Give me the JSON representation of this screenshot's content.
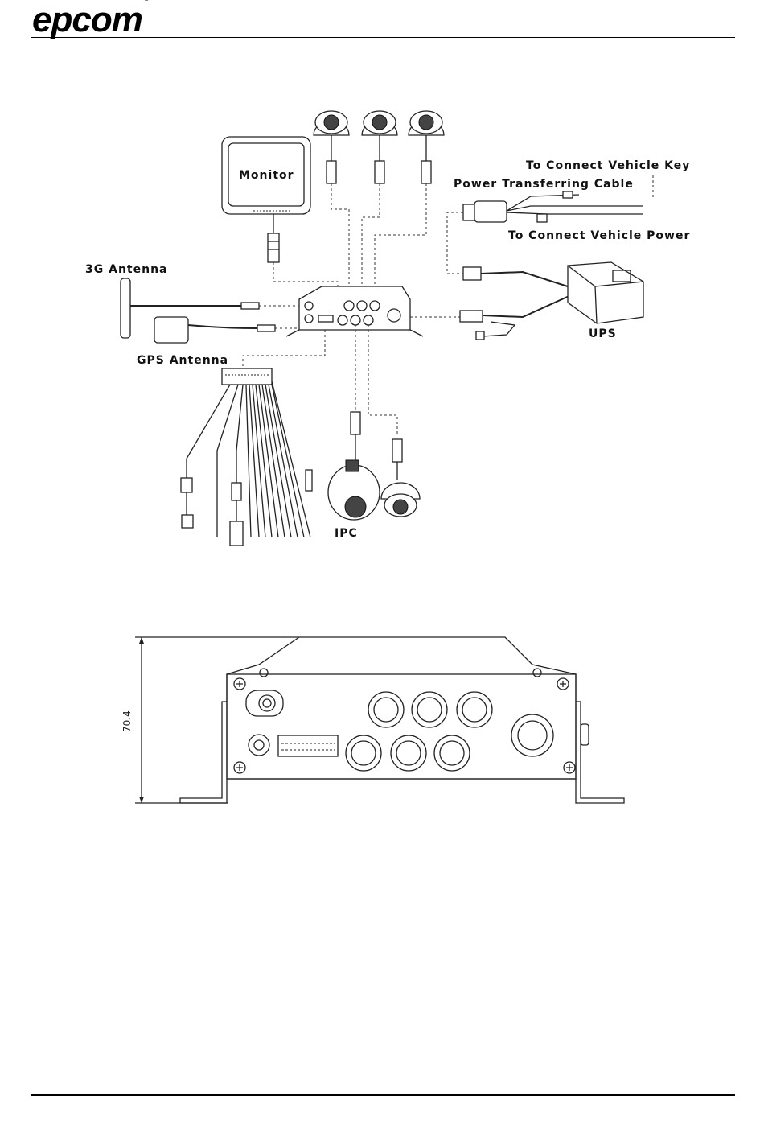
{
  "header": {
    "brand": "epcom",
    "registered": "®"
  },
  "diagram": {
    "labels": {
      "monitor": "Monitor",
      "antenna_3g": "3G Antenna",
      "gps_antenna": "GPS Antenna",
      "vehicle_key": "To Connect Vehicle Key",
      "power_cable": "Power Transferring Cable",
      "vehicle_power": "To Connect Vehicle Power",
      "ups": "UPS",
      "ipc": "IPC"
    }
  },
  "front_panel": {
    "height_dimension": "70.4"
  }
}
